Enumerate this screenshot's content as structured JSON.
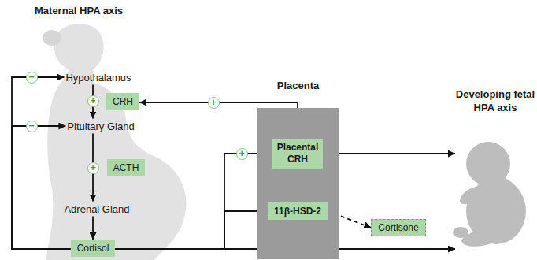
{
  "diagram": {
    "nodes": [
      {
        "text": [
          "Hypothalamus"
        ]
      },
      {
        "text": [
          "CRH"
        ]
      },
      {
        "text": [
          "Pituitary Gland"
        ]
      },
      {
        "text": [
          "ACTH"
        ]
      },
      {
        "text": [
          "Adrenal Gland"
        ]
      },
      {
        "text": [
          "Cortisol"
        ]
      },
      {
        "text": [
          "Placenta"
        ]
      },
      {
        "text": [
          "Placental CRH"
        ],
        "in": 6
      },
      {
        "text": [
          "11β-HSD-2"
        ],
        "in": 6
      },
      {
        "text": [
          "Cortisone"
        ]
      },
      {
        "text": [
          "Developing fetal HPA axis"
        ]
      }
    ],
    "edges": [
      {
        "from": 0,
        "to": 2,
        "arrow": "to",
        "label": "+"
      },
      {
        "from": 2,
        "to": 4,
        "arrow": "to",
        "label": "+"
      },
      {
        "from": 4,
        "to": 5,
        "arrow": "to"
      },
      {
        "from": 5,
        "to": 0,
        "arrow": "to",
        "label": "−"
      },
      {
        "from": 5,
        "to": 2,
        "arrow": "to",
        "label": "−"
      },
      {
        "from": 5,
        "to": 7,
        "arrow": "to",
        "label": "+"
      },
      {
        "from": 5,
        "to": 8,
        "arrow": "to"
      },
      {
        "from": 5,
        "to": 10,
        "arrow": "to"
      },
      {
        "from": 7,
        "to": 1,
        "arrow": "to",
        "label": "+"
      },
      {
        "from": 7,
        "to": 10,
        "arrow": "to"
      },
      {
        "from": 8,
        "to": 9,
        "arrow": "to"
      }
    ],
    "labels": [
      "Maternal HPA axis"
    ]
  }
}
